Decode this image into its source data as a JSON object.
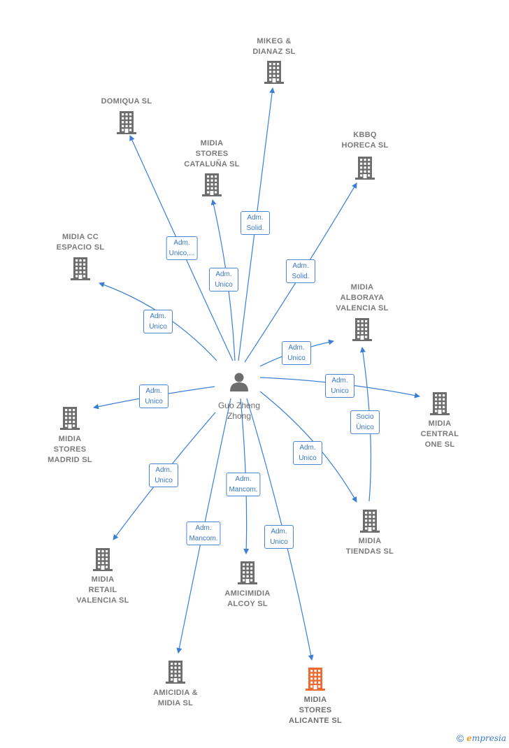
{
  "colors": {
    "edge": "#3a7fd5",
    "building": "#6d6d6d",
    "highlight": "#f06a30",
    "person": "#6d6d6d"
  },
  "person": {
    "id": "guo",
    "label": "Guo Zheng\nZhong"
  },
  "nodes": [
    {
      "id": "mikeg",
      "label": "MIKEG &\nDIANAZ SL"
    },
    {
      "id": "domiqua",
      "label": "DOMIQUA SL"
    },
    {
      "id": "catalunya",
      "label": "MIDIA\nSTORES\nCATALUÑA SL"
    },
    {
      "id": "kbbq",
      "label": "KBBQ\nHORECA SL"
    },
    {
      "id": "espacio",
      "label": "MIDIA CC\nESPACIO SL"
    },
    {
      "id": "alboraya",
      "label": "MIDIA\nALBORAYA\nVALENCIA SL"
    },
    {
      "id": "central",
      "label": "MIDIA\nCENTRAL\nONE SL"
    },
    {
      "id": "madrid",
      "label": "MIDIA\nSTORES\nMADRID SL"
    },
    {
      "id": "tiendas",
      "label": "MIDIA\nTIENDAS SL"
    },
    {
      "id": "retail",
      "label": "MIDIA\nRETAIL\nVALENCIA SL"
    },
    {
      "id": "alcoy",
      "label": "AMICIMIDIA\nALCOY SL"
    },
    {
      "id": "amicidia",
      "label": "AMICIDIA &\nMIDIA SL"
    },
    {
      "id": "alicante",
      "label": "MIDIA\nSTORES\nALICANTE SL",
      "highlight": true
    }
  ],
  "edges": [
    {
      "to": "mikeg",
      "label": "Adm.\nSolid."
    },
    {
      "to": "domiqua",
      "label": "Adm.\nUnico,..."
    },
    {
      "to": "catalunya",
      "label": "Adm.\nUnico"
    },
    {
      "to": "kbbq",
      "label": "Adm.\nSolid."
    },
    {
      "to": "espacio",
      "label": "Adm.\nUnico"
    },
    {
      "to": "alboraya",
      "label": "Adm.\nUnico"
    },
    {
      "to": "central",
      "label": "Adm.\nUnico"
    },
    {
      "to": "madrid",
      "label": "Adm.\nUnico"
    },
    {
      "to": "tiendas",
      "label": "Adm.\nUnico"
    },
    {
      "to": "retail",
      "label": "Adm.\nUnico"
    },
    {
      "to": "alcoy",
      "label": "Adm.\nMancom."
    },
    {
      "to": "amicidia",
      "label": "Adm.\nMancom."
    },
    {
      "to": "alicante",
      "label": "Adm.\nUnico"
    },
    {
      "from": "tiendas",
      "to": "alboraya",
      "label": "Socio\nÚnico"
    }
  ],
  "footer": {
    "copyright": "©",
    "brand_initial": "e",
    "brand_rest": "mpresia"
  }
}
